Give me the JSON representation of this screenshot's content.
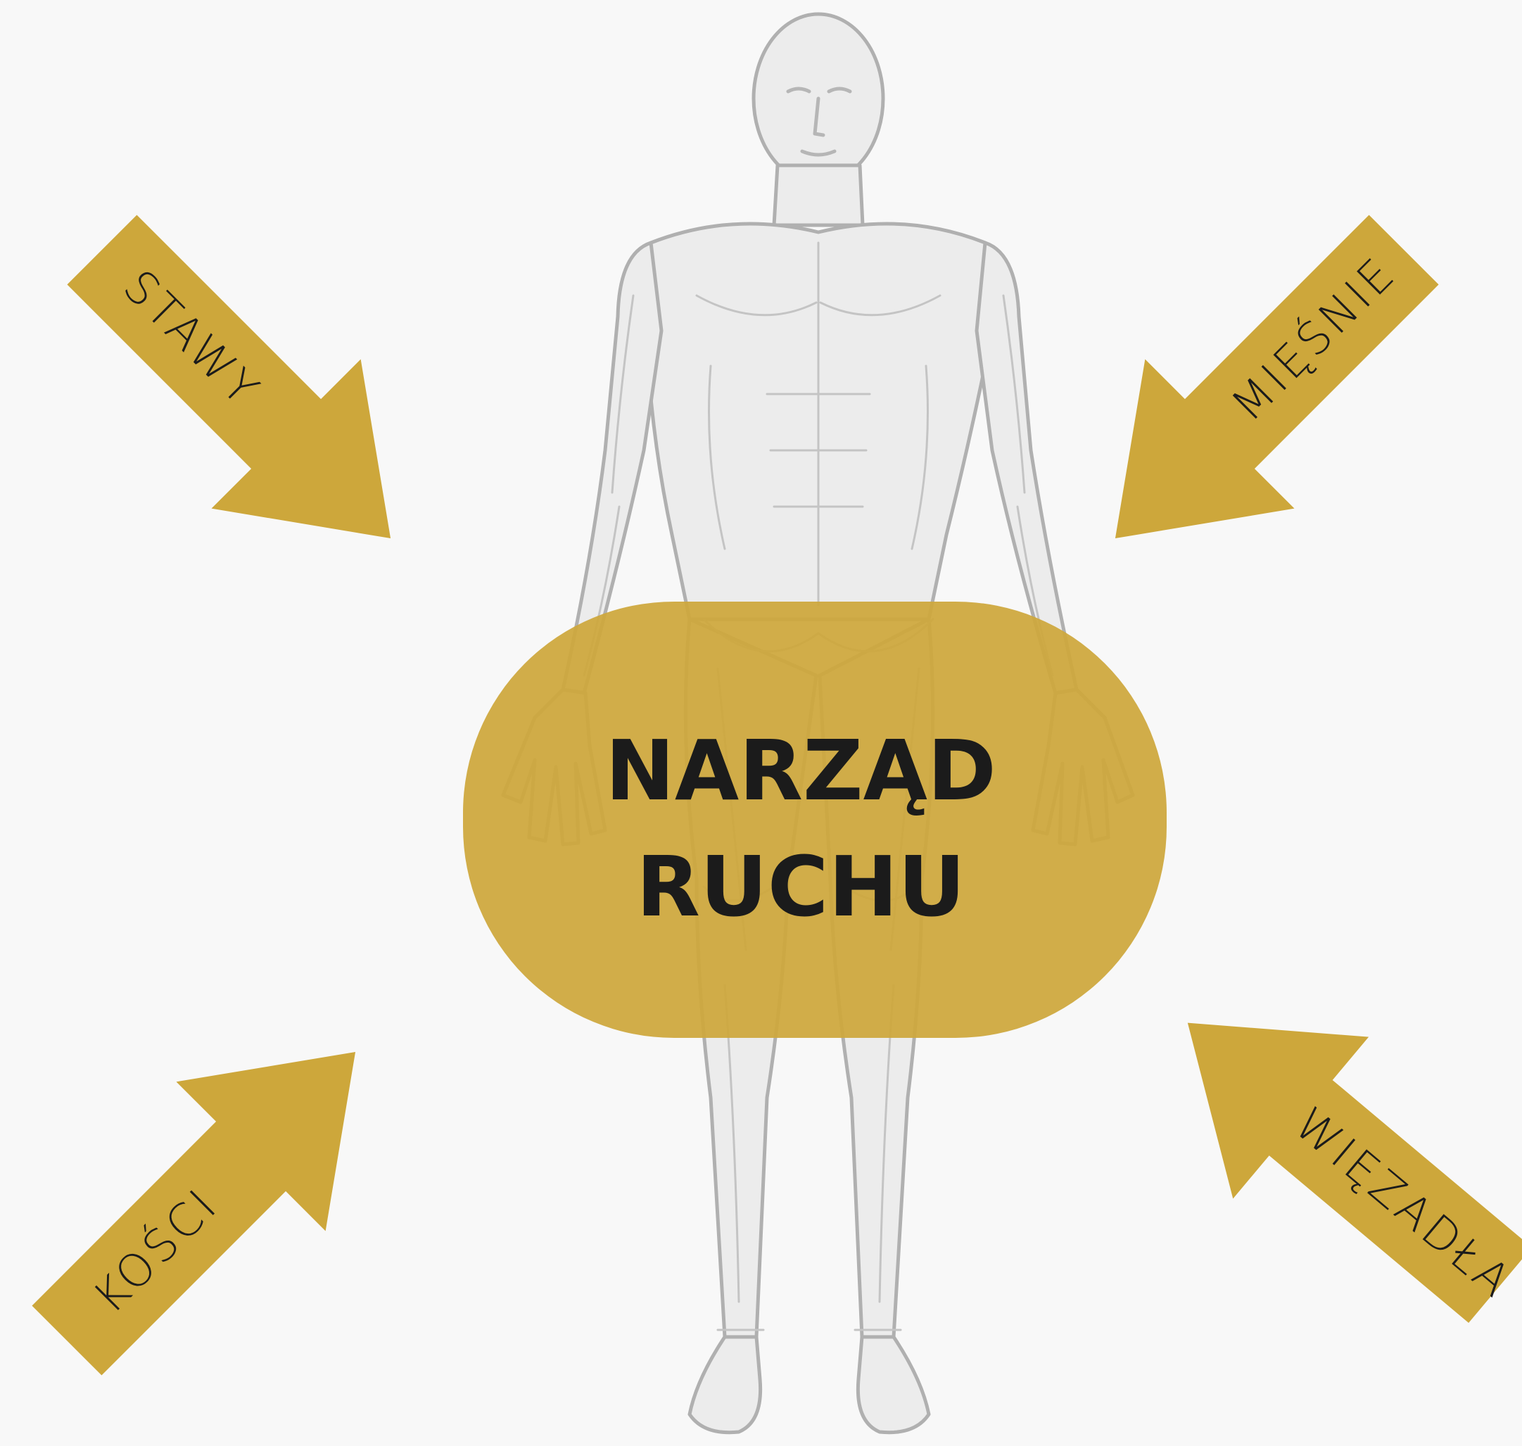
{
  "diagram": {
    "center": {
      "line1": "NARZĄD",
      "line2": "RUCHU"
    },
    "arrows": {
      "top_left": "STAWY",
      "top_right": "MIĘŚNIE",
      "bottom_left": "KOŚCI",
      "bottom_right": "WIĘZADŁA"
    },
    "colors": {
      "background": "#f8f8f8",
      "accent": "#cda73b",
      "text": "#1b1b1b",
      "figure": "#b6b6b6"
    },
    "figure": "anatomical-muscle-figure"
  }
}
